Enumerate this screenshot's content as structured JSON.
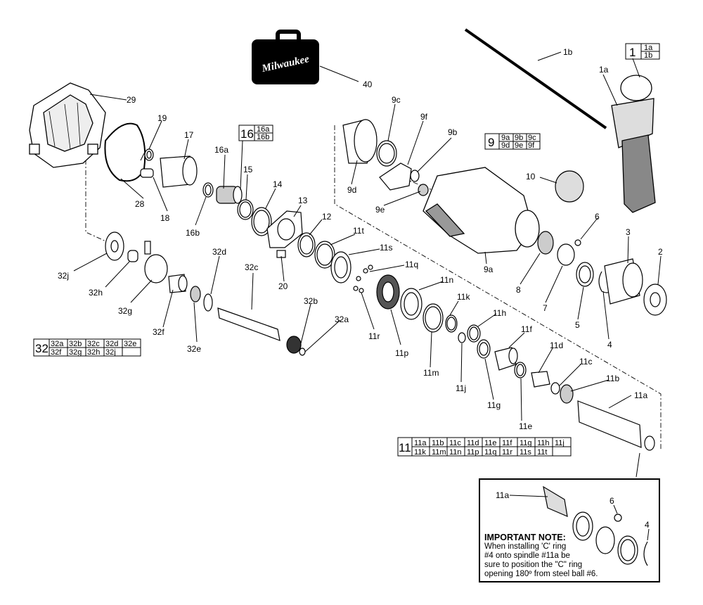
{
  "brand": "Milwaukee",
  "part_labels": [
    "1a",
    "1b",
    "2",
    "3",
    "4",
    "5",
    "6",
    "7",
    "8",
    "9a",
    "9b",
    "9c",
    "9d",
    "9e",
    "9f",
    "10",
    "11a",
    "11b",
    "11c",
    "11d",
    "11e",
    "11f",
    "11g",
    "11h",
    "11j",
    "11k",
    "11m",
    "11n",
    "11p",
    "11q",
    "11r",
    "11s",
    "11t",
    "12",
    "13",
    "14",
    "15",
    "16a",
    "16b",
    "17",
    "18",
    "19",
    "20",
    "28",
    "29",
    "32a",
    "32b",
    "32c",
    "32d",
    "32e",
    "32f",
    "32g",
    "32h",
    "32j",
    "40"
  ],
  "kit_tables": {
    "k1": {
      "num": "1",
      "rows": [
        [
          "1a"
        ],
        [
          "1b"
        ]
      ]
    },
    "k16": {
      "num": "16",
      "rows": [
        [
          "16a"
        ],
        [
          "16b"
        ]
      ]
    },
    "k9": {
      "num": "9",
      "rows": [
        [
          "9a",
          "9b",
          "9c"
        ],
        [
          "9d",
          "9e",
          "9f"
        ]
      ]
    },
    "k32": {
      "num": "32",
      "rows": [
        [
          "32a",
          "32b",
          "32c",
          "32d",
          "32e"
        ],
        [
          "32f",
          "32g",
          "32h",
          "32j",
          ""
        ]
      ]
    },
    "k11": {
      "num": "11",
      "rows": [
        [
          "11a",
          "11b",
          "11c",
          "11d",
          "11e",
          "11f",
          "11g",
          "11h",
          "11j"
        ],
        [
          "11k",
          "11m",
          "11n",
          "11p",
          "11q",
          "11r",
          "11s",
          "11t",
          ""
        ]
      ]
    }
  },
  "note": {
    "title": "IMPORTANT NOTE:",
    "lines": [
      "When installing 'C' ring",
      "#4 onto spindle #11a be",
      "sure to position the \"C\" ring",
      "opening 180º from steel ball #6."
    ],
    "labels": [
      "11a",
      "6",
      "4"
    ]
  }
}
